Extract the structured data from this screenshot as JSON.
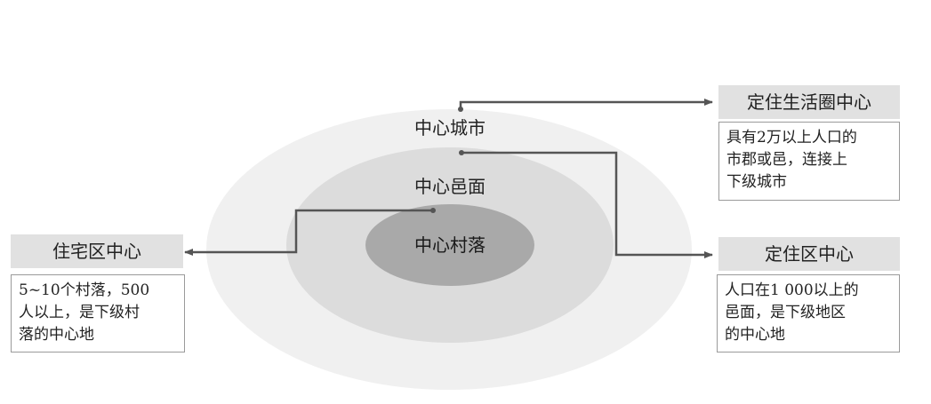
{
  "rings": {
    "outer_label": "中心城市",
    "middle_label": "中心邑面",
    "inner_label": "中心村落"
  },
  "boxes": {
    "top_right": {
      "title": "定住生活圈中心",
      "lines": [
        "具有2万以上人口的",
        "市郡或邑，连接上",
        "下级城市"
      ]
    },
    "right": {
      "title": "定住区中心",
      "lines": [
        "人口在1 000以上的",
        "邑面，是下级地区",
        "的中心地"
      ]
    },
    "left": {
      "title": "住宅区中心",
      "lines": [
        "5~10个村落，500",
        "人以上，是下级村",
        "落的中心地"
      ]
    }
  },
  "colors": {
    "outer_ring": "#f0f0f0",
    "middle_ring": "#dcdcdc",
    "inner_ring": "#a9a9a9",
    "connector": "#555555",
    "title_bg": "#e1e1e1"
  }
}
